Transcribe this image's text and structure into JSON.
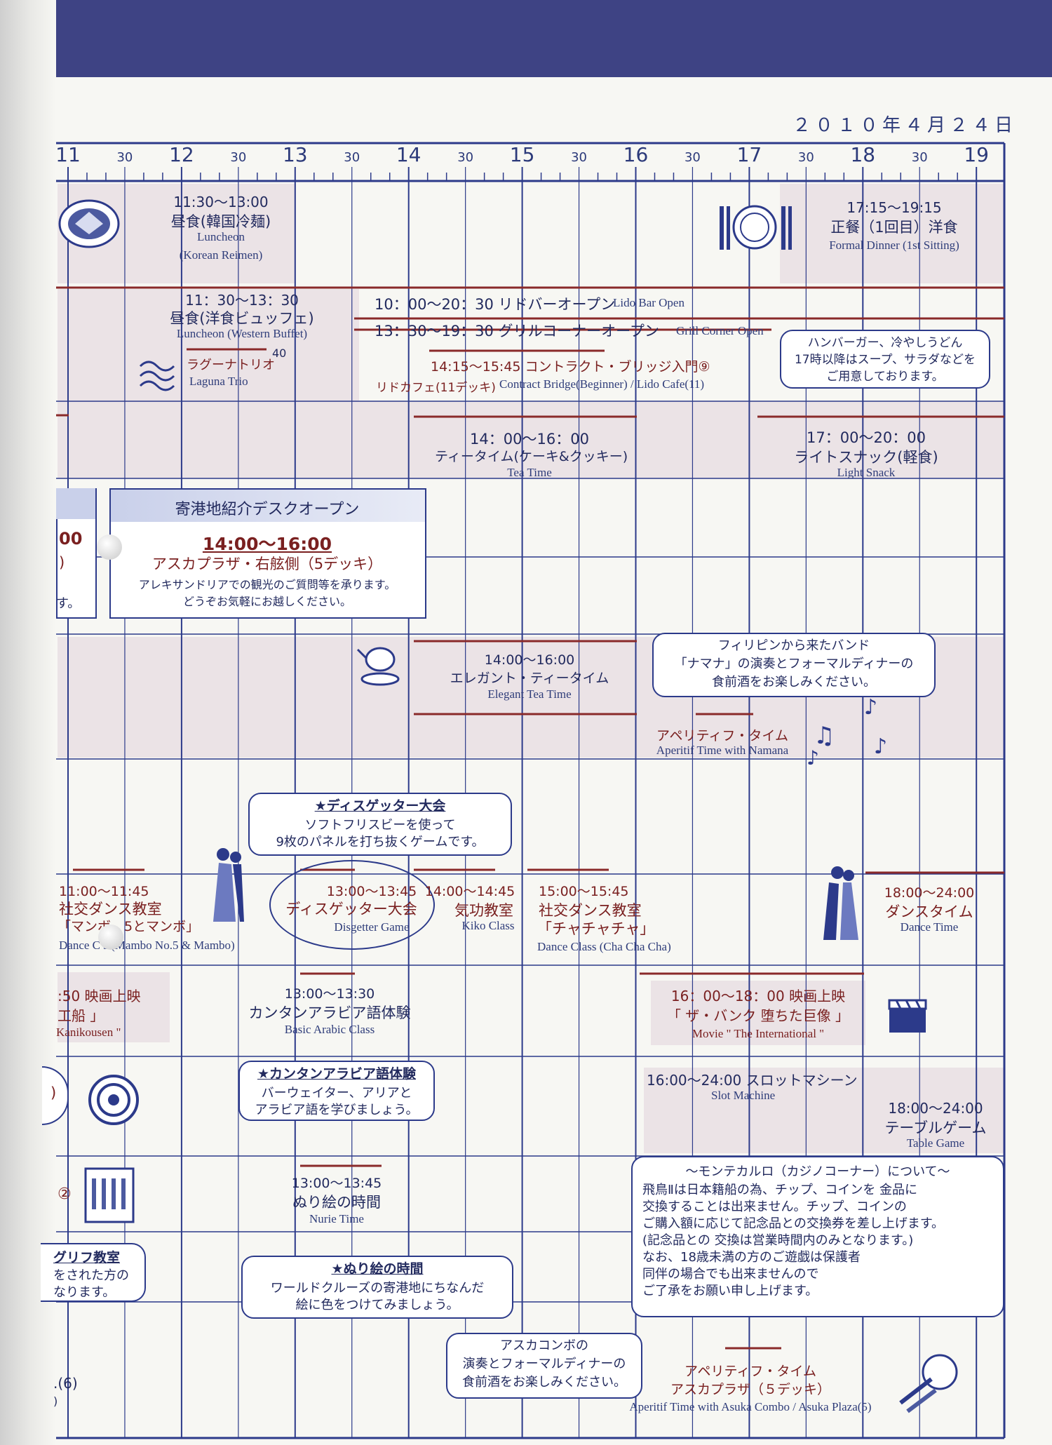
{
  "header": {
    "date": "２０１０年４月２４日"
  },
  "timeline": {
    "hour_labels": [
      "11",
      "30",
      "12",
      "30",
      "13",
      "30",
      "14",
      "30",
      "15",
      "30",
      "16",
      "30",
      "17",
      "30",
      "18",
      "30",
      "19"
    ],
    "hours": [
      11,
      11.5,
      12,
      12.5,
      13,
      13.5,
      14,
      14.5,
      15,
      15.5,
      16,
      16.5,
      17,
      17.5,
      18,
      18.5,
      19
    ]
  },
  "events": {
    "lunch_korean": {
      "time": "11:30～13:00",
      "title": "昼食(韓国冷麺)",
      "en1": "Luncheon",
      "en2": "(Korean Reimen)"
    },
    "formal_dinner": {
      "time": "17:15～19:15",
      "title": "正餐（1回目）洋食",
      "en": "Formal Dinner (1st Sitting)"
    },
    "lunch_western": {
      "time": "11：30～13：30",
      "title": "昼食(洋食ビュッフェ)",
      "en": "Luncheon (Western Buffet)"
    },
    "lido_bar": {
      "text": "10：00～20：30 リドバーオープン",
      "en": "Lido Bar Open"
    },
    "grill": {
      "text": "13：30～19：30 グリルコーナーオープン",
      "en": "Grill Corner Open"
    },
    "grill_note": [
      "ハンバーガー、冷やしうどん",
      "17時以降はスープ、サラダなどを",
      "ご用意しております。"
    ],
    "laguna": {
      "title": "ラグーナトリオ",
      "num": "40",
      "en": "Laguna Trio"
    },
    "bridge": {
      "text": "14:15～15:45 コントラクト・ブリッジ入門⑨",
      "place": "リドカフェ(11デッキ)",
      "en": "Contract Bridge(Beginner)  / Lido Cafe(11)"
    },
    "tea_time": {
      "time": "14：00～16：00",
      "title": "ティータイム(ケーキ&クッキー)",
      "en": "Tea Time"
    },
    "light_snack": {
      "time": "17：00～20：00",
      "title": "ライトスナック(軽食)",
      "en": "Light Snack"
    },
    "port_desk": {
      "header": "寄港地紹介デスクオープン",
      "time": "14:00～16:00",
      "place": "アスカプラザ・右舷側（5デッキ）",
      "note1": "アレキサンドリアでの観光のご質問等を承ります。",
      "note2": "どうぞお気軽にお越しください。"
    },
    "left_cut_1": {
      "a": "00",
      "b": ")",
      "c": "す。"
    },
    "elegant_tea": {
      "time": "14:00～16:00",
      "title": "エレガント・ティータイム",
      "en": "Elegant Tea Time"
    },
    "namana_note": [
      "フィリピンから来たバンド",
      "「ナマナ」の演奏とフォーマルディナーの",
      "食前酒をお楽しみください。"
    ],
    "aperitif_namana": {
      "title": "アペリティフ・タイム",
      "en": "Aperitif Time with Namana"
    },
    "disgetter_note": {
      "title": "★ディスゲッター大会",
      "l1": "ソフトフリスビーを使って",
      "l2": "9枚のパネルを打ち抜くゲームです。"
    },
    "dance_mambo": {
      "time": "11:00～11:45",
      "title": "社交ダンス教室",
      "sub": "「マンボ　5とマンボ」",
      "en": "Dance C   s (Mambo No.5 & Mambo)"
    },
    "disgetter": {
      "time": "13:00～13:45",
      "title": "ディスゲッター大会",
      "en": "Disgetter Game"
    },
    "kiko": {
      "time": "14:00～14:45",
      "title": "気功教室",
      "en": "Kiko Class"
    },
    "dance_cha": {
      "time": "15:00～15:45",
      "title": "社交ダンス教室",
      "sub": "「チャチャチャ」",
      "en": "Dance Class (Cha Cha Cha)"
    },
    "dance_time": {
      "time": "18:00～24:00",
      "title": "ダンスタイム",
      "en": "Dance Time"
    },
    "movie_left": {
      "l1": ":50  映画上映",
      "l2": "工船 」",
      "l3": "Kanikousen \""
    },
    "arabic": {
      "time": "13:00～13:30",
      "title": "カンタンアラビア語体験",
      "en": "Basic Arabic Class"
    },
    "movie_right": {
      "l1": "16：00～18：00  映画上映",
      "l2": "「 ザ・バンク  堕ちた巨像 」",
      "l3": "Movie \" The International \""
    },
    "arabic_note": {
      "title": "★カンタンアラビア語体験",
      "l1": "バーウェイター、アリアと",
      "l2": "アラビア語を学びましょう。"
    },
    "slot": {
      "text": "16:00～24:00  スロットマシーン",
      "en": "Slot Machine"
    },
    "table_game": {
      "time": "18:00～24:00",
      "title": "テーブルゲーム",
      "en": "Table Game"
    },
    "left_cut_2": {
      "a": ")",
      "b": "②"
    },
    "nurie": {
      "time": "13:00～13:45",
      "title": "ぬり絵の時間",
      "en": "Nurie Time"
    },
    "monte_carlo": [
      "～モンテカルロ（カジノコーナー）について～",
      "飛鳥Ⅱは日本籍船の為、チップ、コインを 金品に",
      "交換することは出来ません。チップ、コインの",
      "ご購入額に応じて記念品との交換券を差し上げます。",
      "(記念品との 交換は営業時間内のみとなります。)",
      "なお、18歳未満の方のご遊戯は保護者",
      "同伴の場合でも出来ませんので",
      "ご了承をお願い申し上げます。"
    ],
    "hieroglyph": {
      "l1": "グリフ教室",
      "l2": "をされた方の",
      "l3": "なります。"
    },
    "nurie_note": {
      "title": "★ぬり絵の時間",
      "l1": "ワールドクルーズの寄港地にちなんだ",
      "l2": "絵に色をつけてみましょう。"
    },
    "combo_note": [
      "アスカコンボの",
      "演奏とフォーマルディナーの",
      "食前酒をお楽しみください。"
    ],
    "aperitif_combo": {
      "title": "アペリティフ・タイム",
      "place": "アスカプラザ（５デッキ）",
      "en": "Aperitif Time with Asuka Combo / Asuka Plaza(5)"
    },
    "left_cut_3": {
      "a": ".(6)",
      "b": ")"
    }
  },
  "colors": {
    "grid": "#2c3a8a",
    "arrow": "#8a2a2a",
    "shade": "#ebe3e6",
    "band": "#3e4384"
  }
}
